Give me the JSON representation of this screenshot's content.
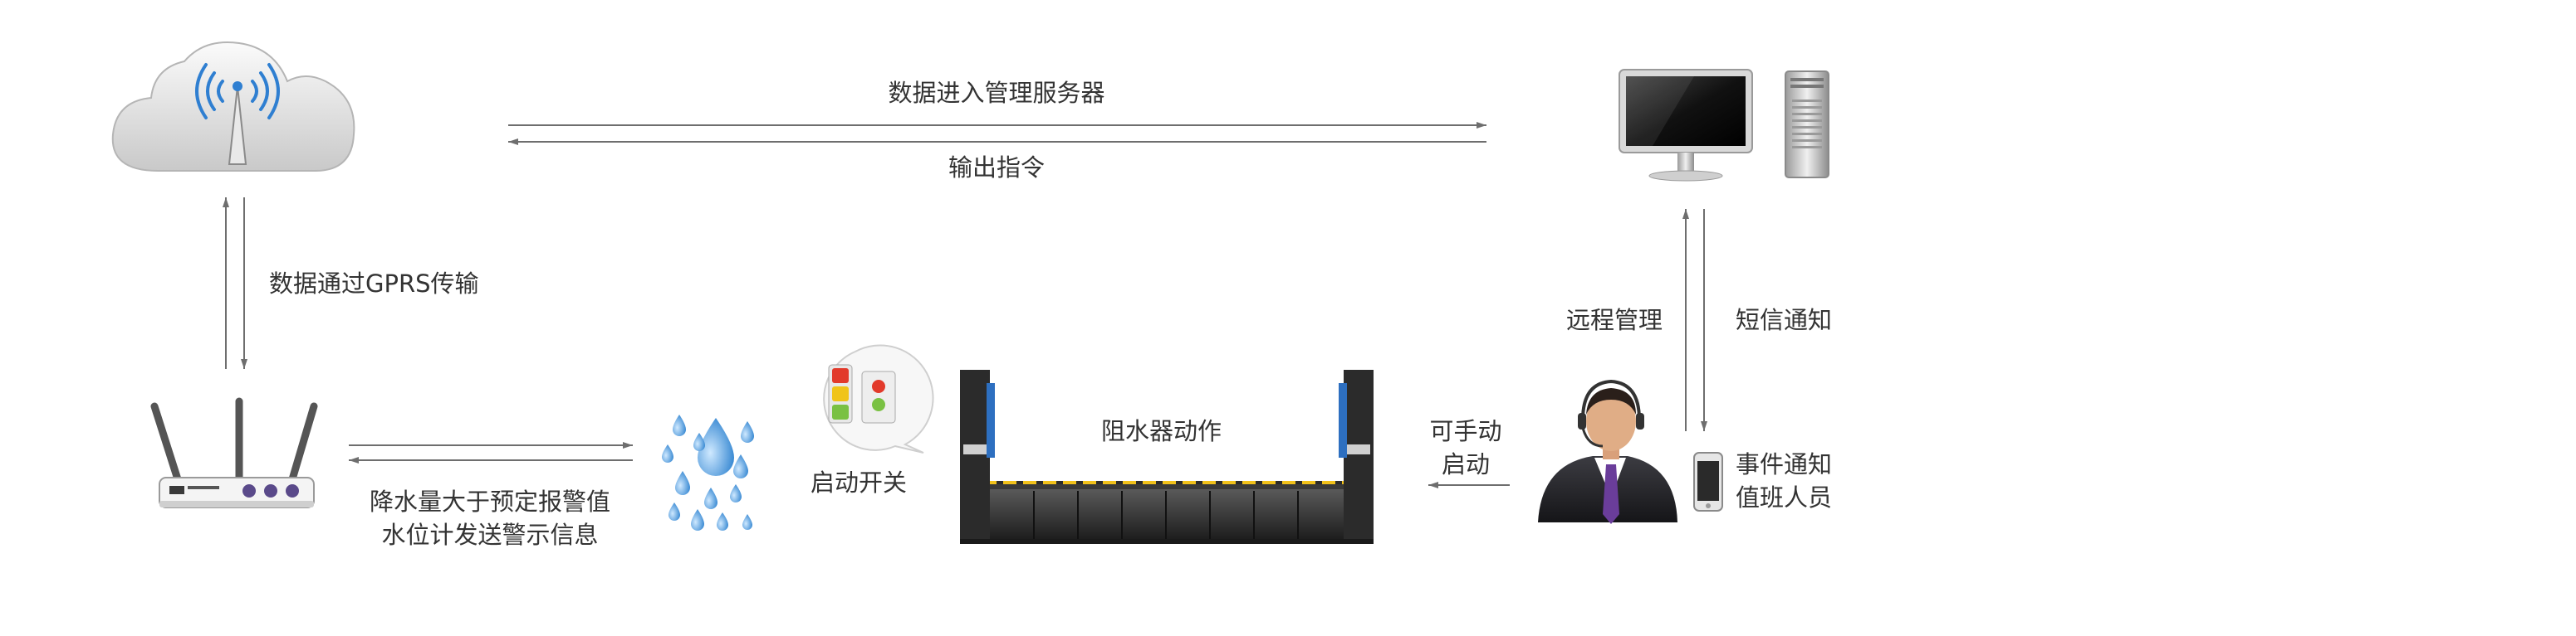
{
  "labels": {
    "data_to_server": "数据进入管理服务器",
    "output_command": "输出指令",
    "gprs_transfer": "数据通过GPRS传输",
    "remote_manage": "远程管理",
    "sms_notify": "短信通知",
    "barrier_action": "阻水器动作",
    "manual_start_1": "可手动",
    "manual_start_2": "启动",
    "event_notify_1": "事件通知",
    "event_notify_2": "值班人员",
    "start_switch": "启动开关",
    "rain_alarm_1": "降水量大于预定报警值",
    "rain_alarm_2": "水位计发送警示信息"
  },
  "colors": {
    "arrow": "#6e6e6e",
    "cloud_light": "#f2f2f2",
    "cloud_dark": "#bdbdbd",
    "signal_blue": "#2f7fd1",
    "water_blue": "#3d8fd6",
    "barrier_dark": "#2b2b2b",
    "barrier_blue": "#2d6fc0",
    "hazard_yellow": "#f2c21b",
    "suit_dark": "#2a2a2e",
    "tie_purple": "#6a3d9a",
    "light_red": "#e23a2b",
    "light_yellow": "#f0c419",
    "light_green": "#7ac143"
  },
  "icons": [
    "cloud-signal-icon",
    "computer-monitor-icon",
    "server-tower-icon",
    "wifi-router-icon",
    "water-drops-icon",
    "signal-light-icon",
    "water-barrier-icon",
    "operator-headset-icon",
    "mobile-phone-icon"
  ]
}
